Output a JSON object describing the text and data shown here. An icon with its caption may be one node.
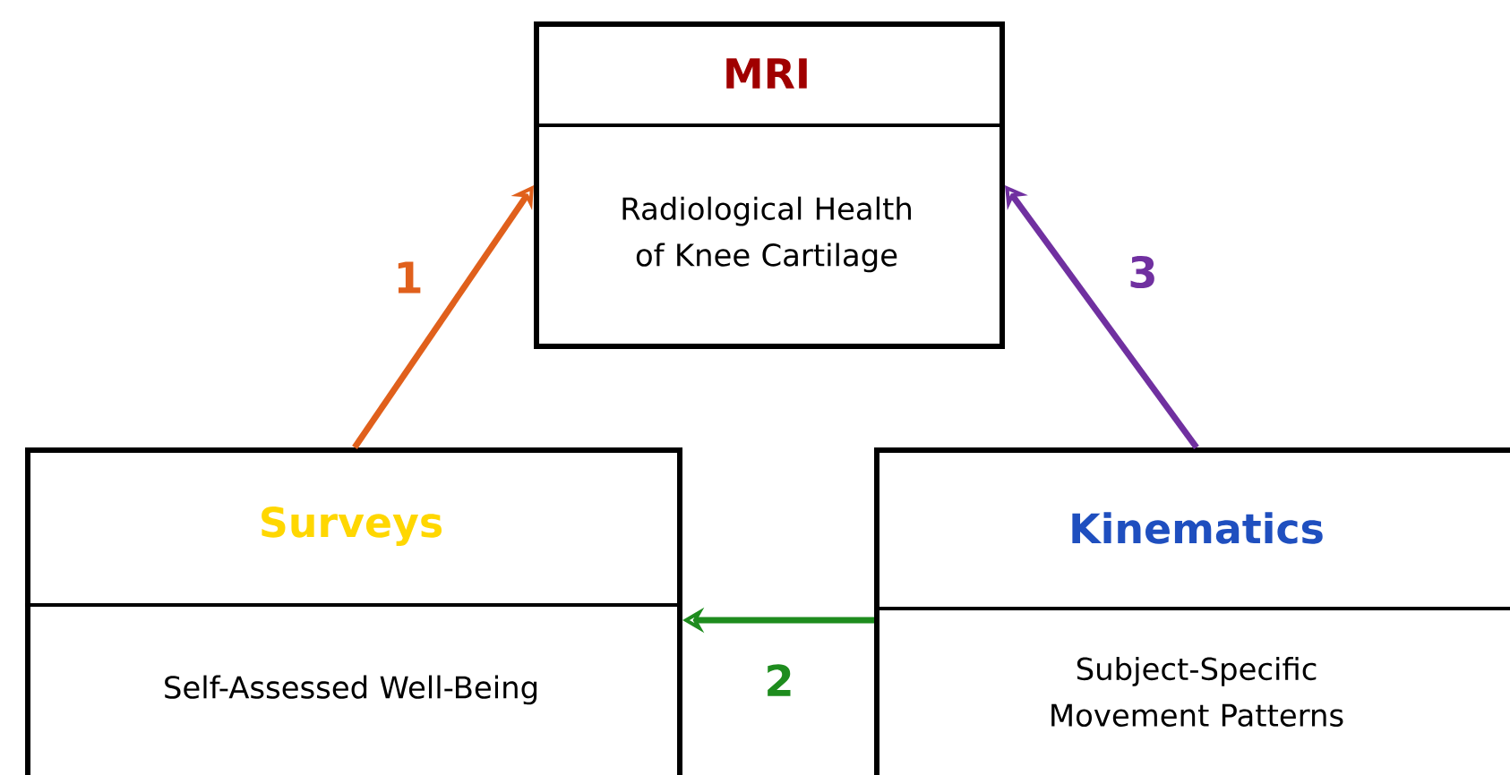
{
  "diagram": {
    "nodes": [
      {
        "text": [
          "MRI",
          "Radiological Health of Knee Cartilage"
        ]
      },
      {
        "text": [
          "Surveys",
          "Self-Assessed Well-Being"
        ]
      },
      {
        "text": [
          "Kinematics",
          "Subject-Specific Movement Patterns"
        ]
      }
    ],
    "edges": [
      {
        "from": 1,
        "to": 0,
        "arrow": "to",
        "label": "1",
        "color": "#e0601c"
      },
      {
        "from": 2,
        "to": 1,
        "arrow": "to",
        "label": "2",
        "color": "#1e8c1e"
      },
      {
        "from": 2,
        "to": 0,
        "arrow": "to",
        "label": "3",
        "color": "#7030a0"
      }
    ]
  }
}
